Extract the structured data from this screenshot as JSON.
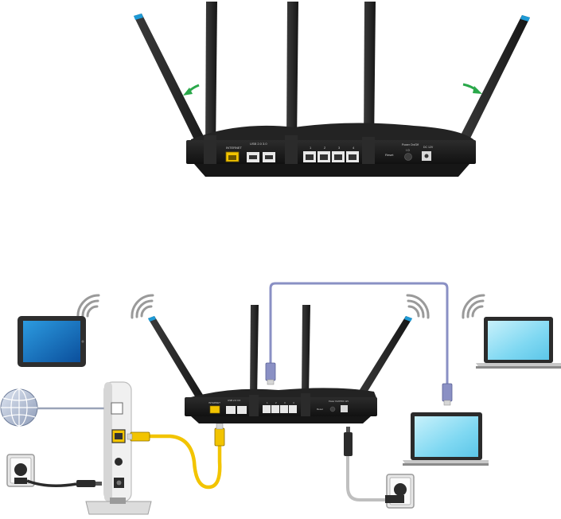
{
  "top_router": {
    "internet_label": "INTERNET",
    "usb_label": "USB 2.0 3.0",
    "lan_numbers": [
      "1",
      "2",
      "3",
      "4"
    ],
    "reset_label": "Reset",
    "power_switch_label": "Power On/Off",
    "power_switch_symbols": "I  O",
    "dc_label": "DC 12V",
    "accent_color": "#1e9ad6",
    "arrow_color": "#2aa84a"
  },
  "bottom_router": {
    "internet_label": "INTERNET",
    "usb_label": "USB 2.0 3.0",
    "lan_numbers": [
      "1",
      "2",
      "3",
      "4"
    ],
    "reset_label": "Reset",
    "power_switch_label": "Power On/Off",
    "dc_label": "DC 12V"
  },
  "modem": {
    "port_color": "#f2c400"
  },
  "cables": {
    "internet_cable_color": "#f2c400",
    "lan_cable_color": "#8a90c4",
    "power_cable_color": "#bfbfbf"
  },
  "devices": {
    "tablet": "tablet-icon",
    "laptop_top": "laptop-icon",
    "laptop_bottom": "laptop-icon",
    "globe": "globe-icon",
    "outlets": "power-outlet-icon",
    "screen_color": "#7fd8f2"
  }
}
